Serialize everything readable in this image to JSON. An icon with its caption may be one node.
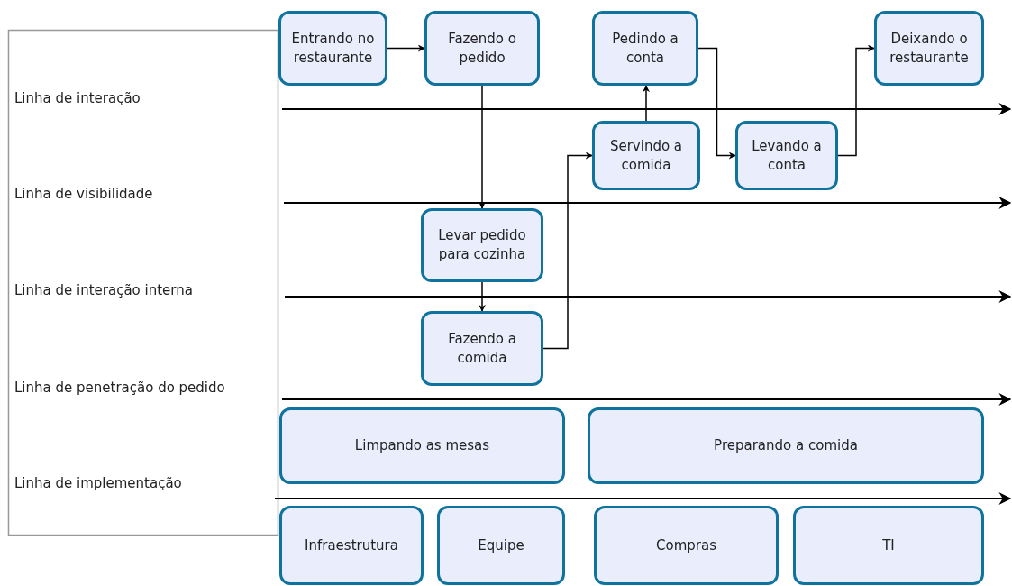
{
  "diagram": {
    "nodes": [
      {
        "text": [
          "Entrando no restaurante"
        ]
      },
      {
        "text": [
          "Fazendo o pedido"
        ]
      },
      {
        "text": [
          "Pedindo a conta"
        ]
      },
      {
        "text": [
          "Deixando o restaurante"
        ]
      },
      {
        "text": [
          "Servindo a comida"
        ]
      },
      {
        "text": [
          "Levando a conta"
        ]
      },
      {
        "text": [
          "Levar pedido para cozinha"
        ]
      },
      {
        "text": [
          "Fazendo a comida"
        ]
      },
      {
        "text": [
          "Limpando as mesas"
        ]
      },
      {
        "text": [
          "Preparando a comida"
        ]
      },
      {
        "text": [
          "Infraestrutura"
        ]
      },
      {
        "text": [
          "Equipe"
        ]
      },
      {
        "text": [
          "Compras"
        ]
      },
      {
        "text": [
          "TI"
        ]
      }
    ],
    "edges": [
      {
        "from": 0,
        "to": 1,
        "arrow": "to"
      },
      {
        "from": 1,
        "to": 6,
        "arrow": "to"
      },
      {
        "from": 6,
        "to": 7,
        "arrow": "to"
      },
      {
        "from": 7,
        "to": 4,
        "arrow": "to"
      },
      {
        "from": 4,
        "to": 2,
        "arrow": "to"
      },
      {
        "from": 2,
        "to": 5,
        "arrow": "to"
      },
      {
        "from": 5,
        "to": 3,
        "arrow": "to"
      }
    ],
    "labels": [
      "Linha de interação",
      "Linha de visibilidade",
      "Linha de interação interna",
      "Linha de penetração do pedido",
      "Linha de implementação"
    ]
  }
}
